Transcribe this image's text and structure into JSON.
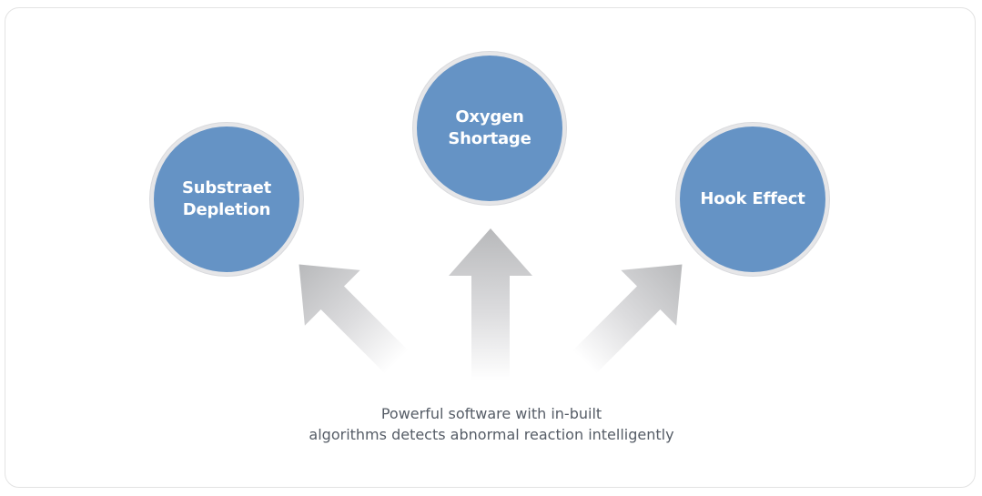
{
  "nodes": {
    "left": {
      "line1": "Substraet",
      "line2": "Depletion"
    },
    "center": {
      "line1": "Oxygen",
      "line2": "Shortage"
    },
    "right": {
      "line1": "Hook Effect",
      "line2": ""
    }
  },
  "caption": {
    "line1": "Powerful software with in-built",
    "line2": "algorithms detects abnormal reaction intelligently"
  },
  "colors": {
    "node_fill": "#6593c5",
    "node_ring": "#e6e6e8",
    "arrow_gray": "#b9babc",
    "caption_text": "#555c66"
  },
  "icons": [
    "arrow-up-left",
    "arrow-up",
    "arrow-up-right"
  ]
}
